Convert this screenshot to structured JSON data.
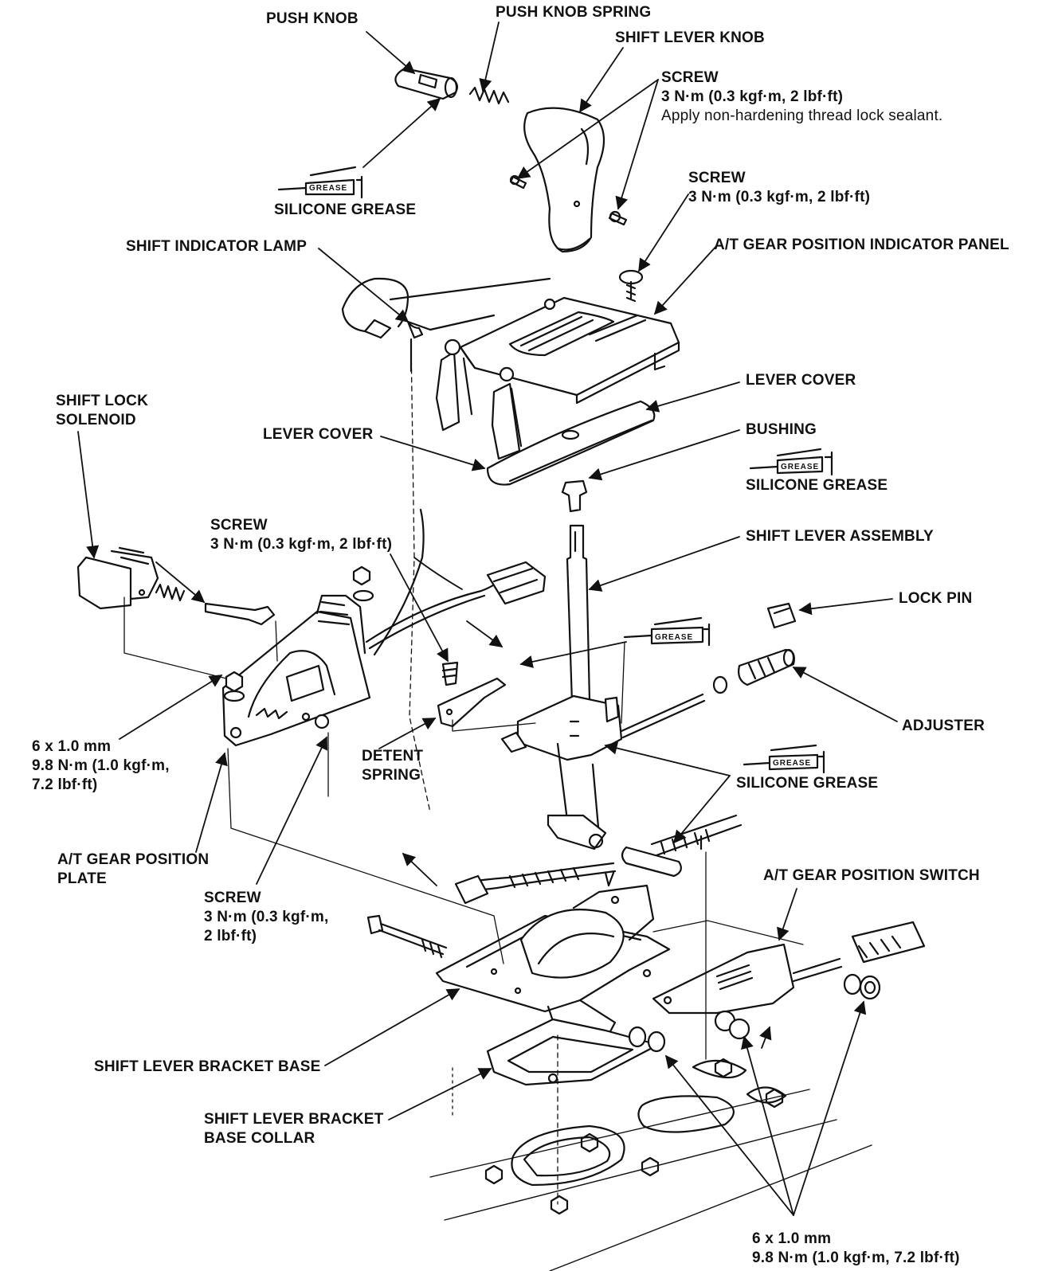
{
  "labels": {
    "push_knob": "PUSH KNOB",
    "push_knob_spring": "PUSH KNOB SPRING",
    "shift_lever_knob": "SHIFT LEVER KNOB",
    "screw_knob": {
      "title": "SCREW",
      "torque": "3 N·m (0.3 kgf·m, 2 lbf·ft)",
      "note": "Apply non-hardening thread lock sealant."
    },
    "screw_panel": {
      "title": "SCREW",
      "torque": "3 N·m (0.3 kgf·m, 2 lbf·ft)"
    },
    "silicone_grease_top": "SILICONE GREASE",
    "shift_indicator_lamp": "SHIFT INDICATOR LAMP",
    "gear_position_indicator_panel": "A/T GEAR POSITION INDICATOR PANEL",
    "shift_lock_solenoid": [
      "SHIFT LOCK",
      "SOLENOID"
    ],
    "lever_cover_left": "LEVER COVER",
    "lever_cover_right": "LEVER COVER",
    "bushing": "BUSHING",
    "silicone_grease_bushing": "SILICONE GREASE",
    "screw_solenoid": {
      "title": "SCREW",
      "torque": "3 N·m (0.3 kgf·m, 2 lbf·ft)"
    },
    "shift_lever_assembly": "SHIFT LEVER ASSEMBLY",
    "lock_pin": "LOCK PIN",
    "adjuster": "ADJUSTER",
    "bolt_plate": [
      "6 x 1.0 mm",
      "9.8 N·m (1.0 kgf·m,",
      "7.2 lbf·ft)"
    ],
    "detent_spring": [
      "DETENT",
      "SPRING"
    ],
    "silicone_grease_right": "SILICONE GREASE",
    "gear_position_plate": [
      "A/T GEAR POSITION",
      "PLATE"
    ],
    "screw_plate": [
      "SCREW",
      "3 N·m (0.3 kgf·m,",
      "2 lbf·ft)"
    ],
    "gear_position_switch": "A/T GEAR POSITION SWITCH",
    "bracket_base": "SHIFT LEVER BRACKET BASE",
    "bracket_base_collar": [
      "SHIFT LEVER BRACKET",
      "BASE COLLAR"
    ],
    "bolt_bottom": [
      "6 x 1.0 mm",
      "9.8 N·m (1.0 kgf·m, 7.2 lbf·ft)"
    ]
  },
  "grease_tube_text": "GREASE"
}
